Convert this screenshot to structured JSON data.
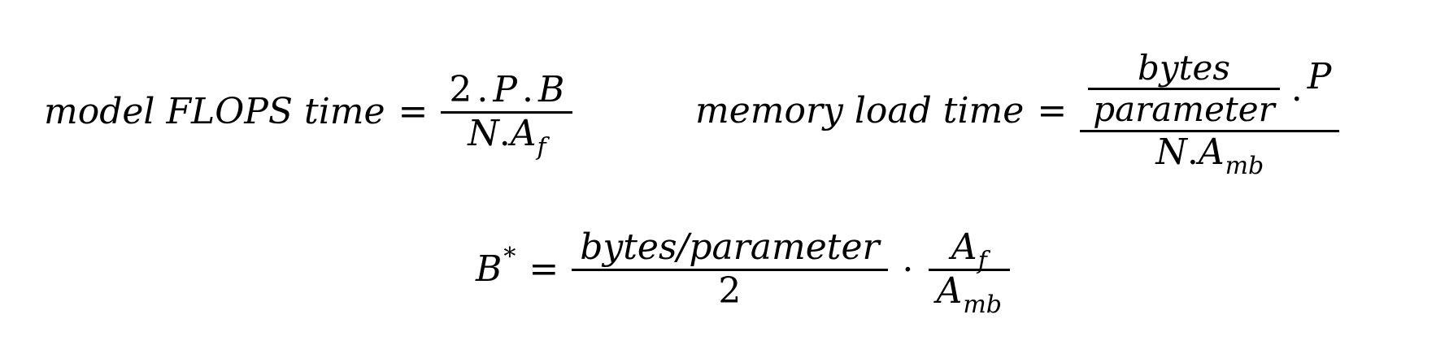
{
  "equations": {
    "flops": {
      "lhs": "model FLOPS time",
      "equals": "=",
      "num_2": "2",
      "num_dot1": ".",
      "num_P": "P",
      "num_dot2": ".",
      "num_B": "B",
      "den_N": "N",
      "den_dot": ".",
      "den_A": "A",
      "den_A_sub": "f"
    },
    "memory": {
      "lhs": "memory load time",
      "equals": "=",
      "inner_num": "bytes",
      "inner_den": "parameter",
      "dot": ".",
      "P": "P",
      "den_N": "N",
      "den_dot": ".",
      "den_A": "A",
      "den_A_sub": "mb"
    },
    "bstar": {
      "B": "B",
      "B_sup": "*",
      "equals": "=",
      "frac1_num": "bytes/parameter",
      "frac1_den": "2",
      "cdot": "·",
      "frac2_num_A": "A",
      "frac2_num_sub": "f",
      "frac2_den_A": "A",
      "frac2_den_sub": "mb"
    }
  }
}
